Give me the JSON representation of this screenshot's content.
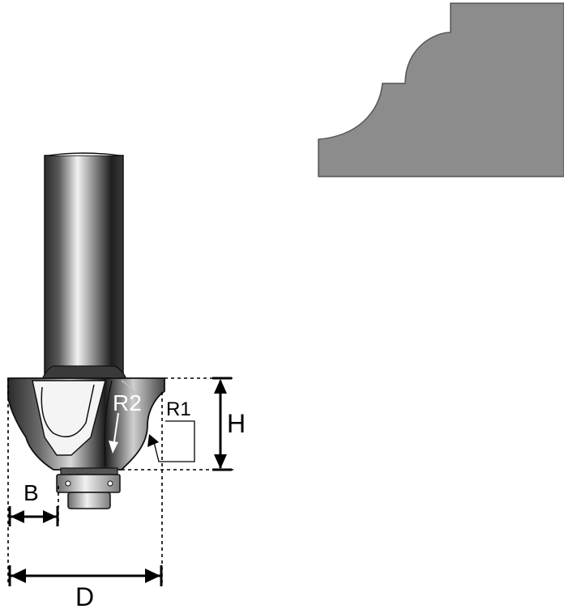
{
  "labels": {
    "r2": "R2",
    "r1": "R1",
    "h": "H",
    "b": "B",
    "d": "D"
  },
  "colors": {
    "profile_fill": "#8c8c8c",
    "line": "#000000",
    "background": "#ffffff"
  }
}
